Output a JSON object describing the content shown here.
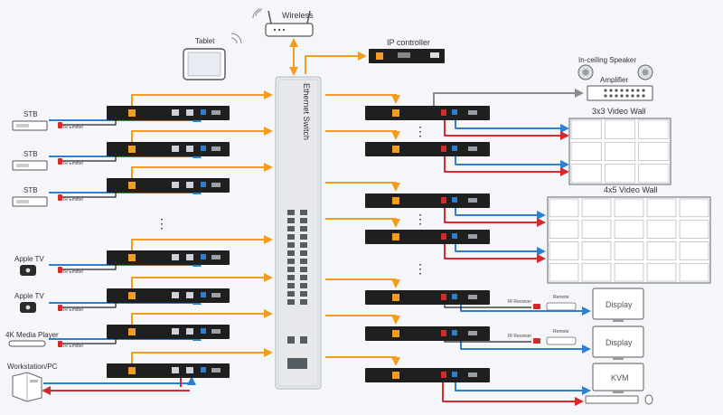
{
  "colors": {
    "background": "#f4f6f9",
    "ethernet": "#f39c1f",
    "hdmi": "#2f7fd0",
    "ir": "#d62a2a",
    "audio": "#8a8a8a",
    "control": "#222222",
    "device": "#1f1f1f",
    "switch_body": "#e6e8eb"
  },
  "labels": {
    "wireless": "Wireless",
    "tablet": "Tablet",
    "ip_controller": "IP controller",
    "ethernet_switch": "Ethernet Switch",
    "speaker": "In-ceiling Speaker",
    "amplifier": "Amplifier",
    "wall_3x3": "3x3 Video Wall",
    "wall_4x5": "4x5 Video Wall",
    "ir_receiver": "IR Receiver",
    "remote": "Remote",
    "display": "Display",
    "kvm": "KVM",
    "ir_emitter": "IR Emitter",
    "ellipsis": "⋮"
  },
  "sources": [
    {
      "label": "STB"
    },
    {
      "label": "STB"
    },
    {
      "label": "STB"
    },
    {
      "label": "Apple TV"
    },
    {
      "label": "Apple TV"
    },
    {
      "label": "4K Media Player"
    },
    {
      "label": "Workstation/PC"
    }
  ],
  "icons": {
    "router": "wireless-router-icon",
    "tablet": "tablet-icon",
    "speaker": "speaker-icon",
    "apple": "apple-logo-icon",
    "pc": "workstation-pc-icon",
    "keyboard": "keyboard-icon",
    "mouse": "mouse-icon"
  }
}
